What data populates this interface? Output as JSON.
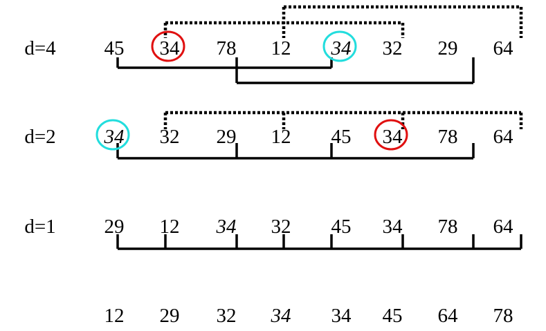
{
  "colors": {
    "line": "#000000",
    "red_circle": "#e01010",
    "cyan_circle": "#22dddd",
    "background": "#ffffff"
  },
  "rows": [
    {
      "label": "d=4",
      "values": [
        "45",
        "34",
        "78",
        "12",
        "34",
        "32",
        "29",
        "64"
      ],
      "italic": [
        false,
        false,
        false,
        false,
        true,
        false,
        false,
        false
      ],
      "red_circle_index": 1,
      "cyan_circle_index": 4,
      "solid_groups": [
        [
          0,
          4
        ],
        [
          2,
          6
        ]
      ],
      "dotted_groups": [
        [
          1,
          5
        ],
        [
          3,
          7
        ]
      ]
    },
    {
      "label": "d=2",
      "values": [
        "34",
        "32",
        "29",
        "12",
        "45",
        "34",
        "78",
        "64"
      ],
      "italic": [
        true,
        false,
        false,
        false,
        false,
        false,
        false,
        false
      ],
      "red_circle_index": 5,
      "cyan_circle_index": 0,
      "solid_groups": [
        [
          0,
          2,
          4,
          6
        ]
      ],
      "dotted_groups": [
        [
          1,
          3,
          5,
          7
        ]
      ]
    },
    {
      "label": "d=1",
      "values": [
        "29",
        "12",
        "34",
        "32",
        "45",
        "34",
        "78",
        "64"
      ],
      "italic": [
        false,
        false,
        true,
        false,
        false,
        false,
        false,
        false
      ],
      "solid_groups": [
        [
          0,
          1,
          2,
          3,
          4,
          5,
          6,
          7
        ]
      ],
      "dotted_groups": []
    },
    {
      "label": "",
      "values": [
        "12",
        "29",
        "32",
        "34",
        "34",
        "45",
        "64",
        "78"
      ],
      "italic": [
        false,
        false,
        false,
        true,
        false,
        false,
        false,
        false
      ],
      "solid_groups": [],
      "dotted_groups": []
    }
  ]
}
